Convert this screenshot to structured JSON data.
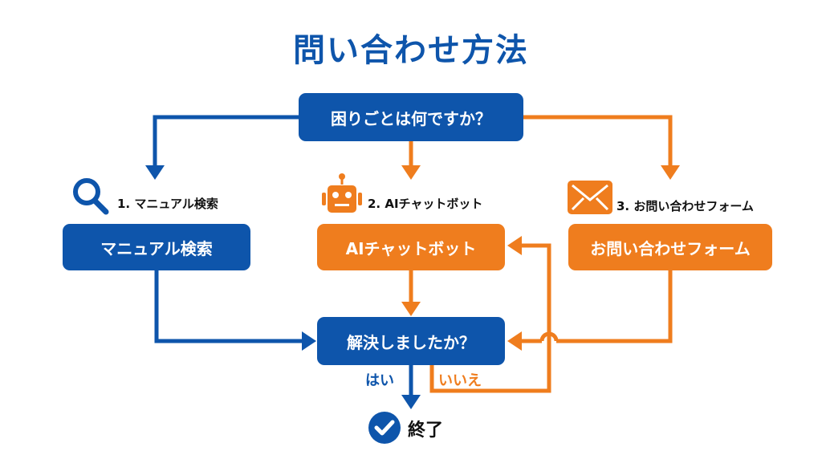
{
  "title": "問い合わせ方法",
  "colors": {
    "blue": "#0e55ab",
    "orange": "#ef7d1e"
  },
  "nodes": {
    "start": "困りごとは何ですか？",
    "manual": "マニュアル検索",
    "chatbot": "AIチャットボット",
    "form": "お問い合わせフォーム",
    "resolved": "解決しましたか？",
    "end": "終了"
  },
  "options": [
    {
      "label": "1. マニュアル検索",
      "icon": "search-icon"
    },
    {
      "label": "2. AIチャットボット",
      "icon": "robot-icon"
    },
    {
      "label": "3. お問い合わせフォーム",
      "icon": "envelope-icon"
    }
  ],
  "edges": {
    "yes": "はい",
    "no": "いいえ"
  }
}
